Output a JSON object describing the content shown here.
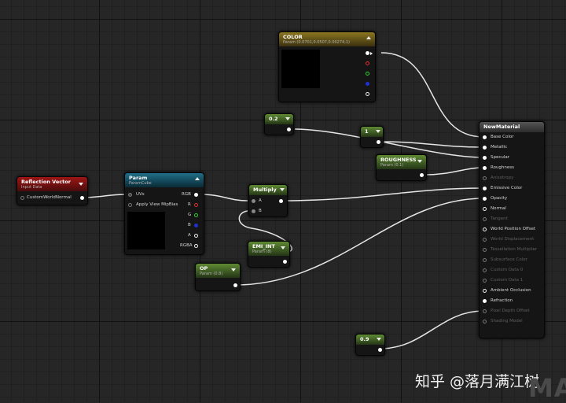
{
  "color_node": {
    "title": "COLOR",
    "subtitle": "Param (0.0701,0.0507,0.00274,1)"
  },
  "const_02": {
    "value": "0.2"
  },
  "const_1": {
    "value": "1"
  },
  "roughness_node": {
    "title": "ROUGHNESS",
    "subtitle": "Param (0.1)"
  },
  "reflection_node": {
    "title": "Reflection Vector",
    "subtitle": "Input Data",
    "pin": "CustomWorldNormal"
  },
  "param_node": {
    "title": "Param",
    "subtitle": "ParamCube",
    "inputs": [
      "UVs",
      "Apply View MipBias"
    ],
    "outputs": [
      "RGB",
      "R",
      "G",
      "B",
      "A",
      "RGBA"
    ]
  },
  "multiply_node": {
    "title": "Multiply",
    "inputs": [
      "A",
      "B"
    ]
  },
  "emi_node": {
    "title": "EMI_INT",
    "subtitle": "Param (8)"
  },
  "op_node": {
    "title": "OP",
    "subtitle": "Param (0.8)"
  },
  "const_09": {
    "value": "0.9"
  },
  "material_node": {
    "title": "NewMaterial",
    "pins": [
      {
        "label": "Base Color",
        "active": true
      },
      {
        "label": "Metallic",
        "active": true
      },
      {
        "label": "Specular",
        "active": true
      },
      {
        "label": "Roughness",
        "active": true
      },
      {
        "label": "Anisotropy",
        "active": false
      },
      {
        "label": "Emissive Color",
        "active": true
      },
      {
        "label": "Opacity",
        "active": true
      },
      {
        "label": "Normal",
        "active": true
      },
      {
        "label": "Tangent",
        "active": false
      },
      {
        "label": "World Position Offset",
        "active": true
      },
      {
        "label": "World Displacement",
        "active": false
      },
      {
        "label": "Tessellation Multiplier",
        "active": false
      },
      {
        "label": "Subsurface Color",
        "active": false
      },
      {
        "label": "Custom Data 0",
        "active": false
      },
      {
        "label": "Custom Data 1",
        "active": false
      },
      {
        "label": "Ambient Occlusion",
        "active": true
      },
      {
        "label": "Refraction",
        "active": true
      },
      {
        "label": "Pixel Depth Offset",
        "active": false
      },
      {
        "label": "Shading Model",
        "active": false
      }
    ]
  },
  "watermark": "知乎 @落月满江树",
  "corner_text": "MA"
}
